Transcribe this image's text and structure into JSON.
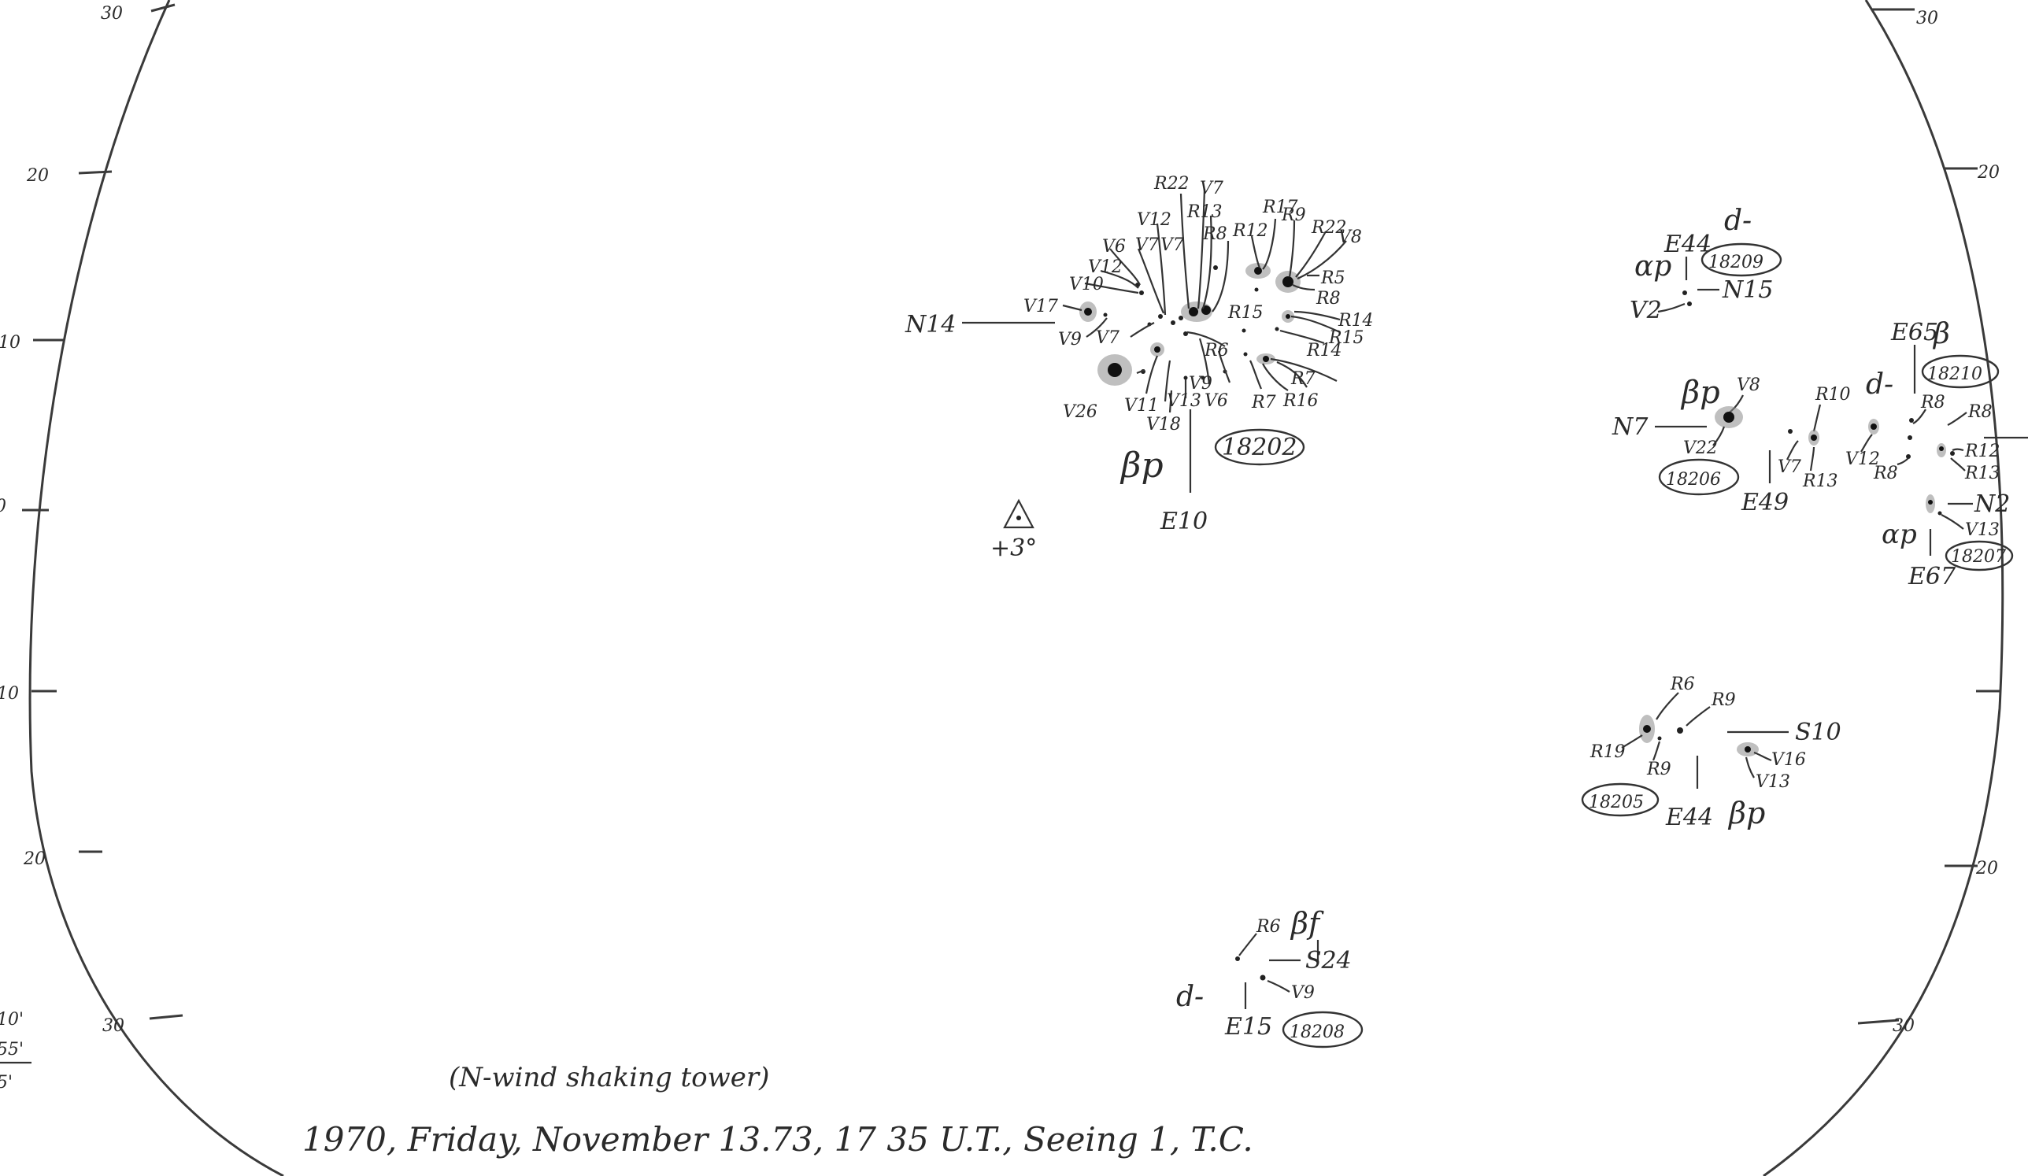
{
  "grid": {
    "left_ticks": [
      "30",
      "20",
      "10",
      "0",
      "10",
      "20",
      "30"
    ],
    "right_ticks": [
      "30",
      "20",
      "20",
      "30"
    ],
    "edge_fragments": [
      "10'",
      "55'",
      "5'"
    ]
  },
  "groups": [
    {
      "region": "18202",
      "class": "βp",
      "offset_a": "N14",
      "offset_b": "E10",
      "labels": [
        "R22",
        "V7",
        "R13",
        "R8",
        "R12",
        "R17",
        "R9",
        "R22",
        "V8",
        "V12",
        "V7",
        "V7",
        "V6",
        "V12",
        "V10",
        "V17",
        "V9",
        "V7",
        "R6",
        "R15",
        "R5",
        "R8",
        "R14",
        "R15",
        "R14",
        "R7",
        "R7",
        "R16",
        "V26",
        "V11",
        "V13",
        "V9",
        "V6",
        "V18"
      ]
    },
    {
      "region": "18209",
      "class": "αp",
      "class_extra": "d-",
      "offset_a": "E44",
      "offset_b": "N15",
      "labels": [
        "V2"
      ]
    },
    {
      "region": "18210",
      "class": "β",
      "class_extra": "d-",
      "offset_a": "E65",
      "labels": [
        "R8",
        "R8",
        "R12",
        "R13",
        "R8",
        "V12"
      ]
    },
    {
      "region": "18206",
      "class": "βp",
      "offset_a": "N7",
      "offset_b": "E49",
      "labels": [
        "V8",
        "R10",
        "V22",
        "V7",
        "R13"
      ]
    },
    {
      "region": "18207",
      "class": "αp",
      "offset_a": "N2",
      "offset_b": "E67",
      "labels": [
        "V13"
      ]
    },
    {
      "region": "18205",
      "class": "βp",
      "offset_a": "S10",
      "offset_b": "E44",
      "labels": [
        "R6",
        "R9",
        "R19",
        "R9",
        "V16",
        "V13"
      ]
    },
    {
      "region": "18208",
      "class": "βf",
      "class_extra": "d-",
      "offset_a": "S24",
      "offset_b": "E15",
      "labels": [
        "R6",
        "V9"
      ]
    }
  ],
  "pole_marker": {
    "label": "+3°"
  },
  "notes": {
    "wind": "(N-wind shaking tower)",
    "observation": "1970, Friday, November 13.73, 17 35 U.T., Seeing 1, T.C."
  }
}
